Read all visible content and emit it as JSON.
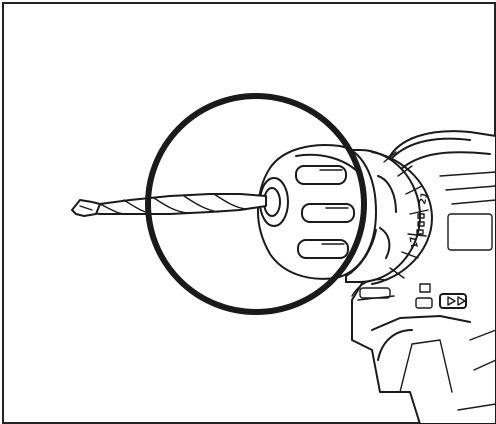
{
  "illustration": {
    "subject": "cordless-drill-with-drill-bit",
    "highlight": "circle-around-chuck",
    "colors": {
      "line": "#1a1a1a",
      "background": "#ffffff",
      "frame": "#222222"
    }
  },
  "clutch_scale": {
    "labels": [
      "21",
      "17"
    ]
  }
}
